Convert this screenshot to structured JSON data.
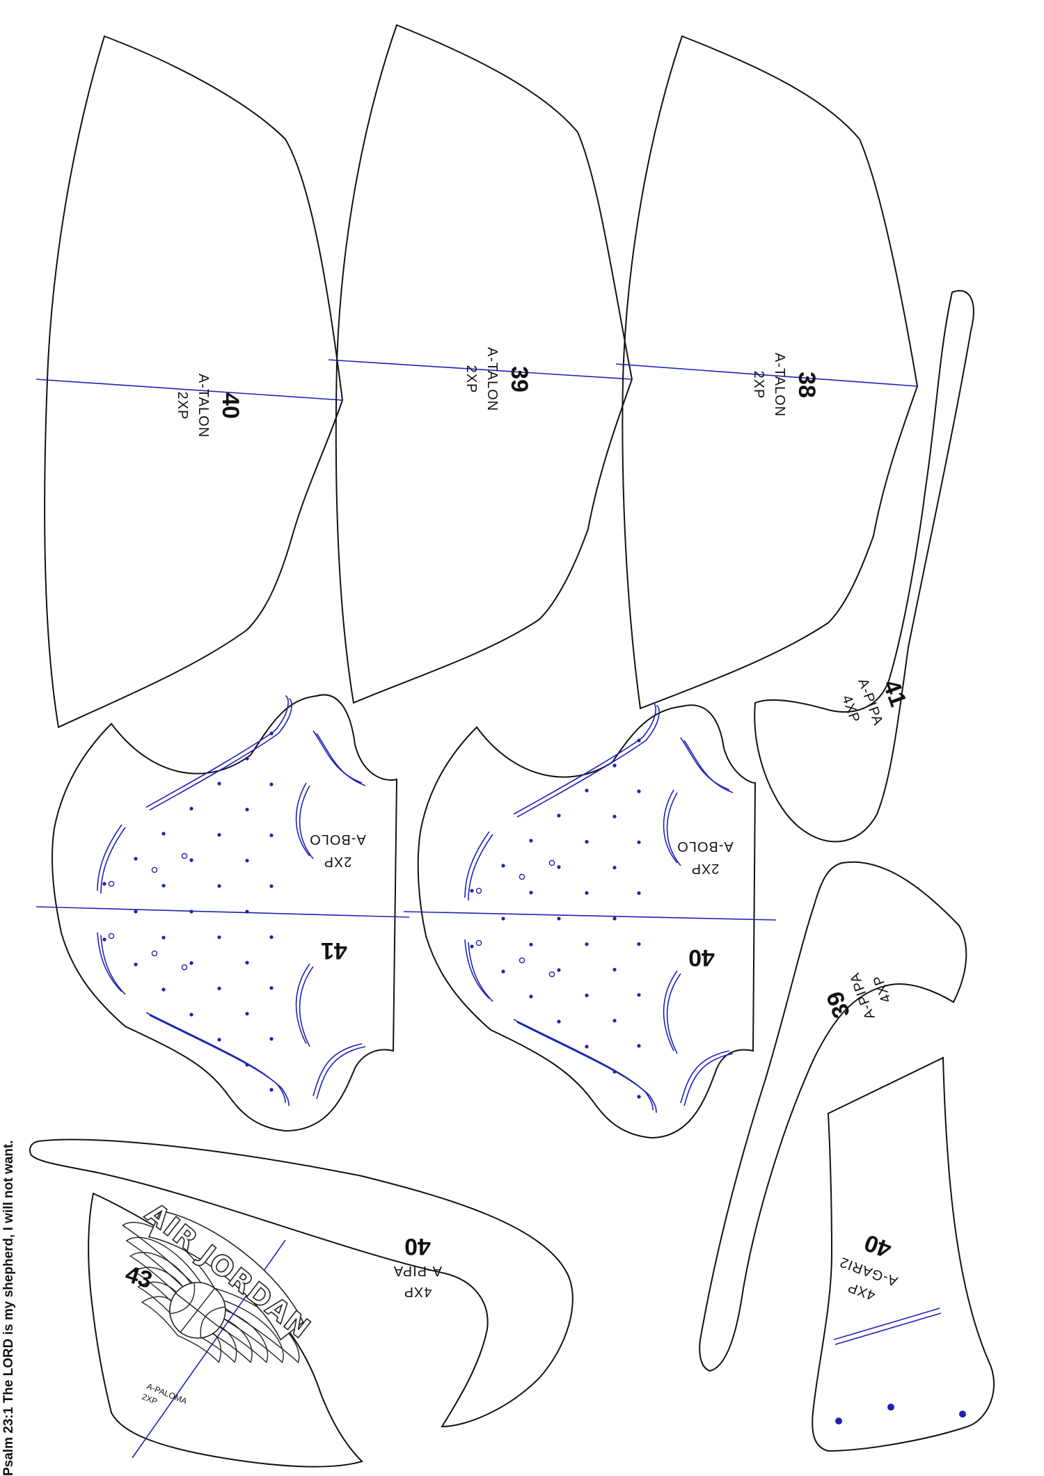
{
  "footer": {
    "verse": "Psalm 23:1 The LORD is my shepherd, I will not want."
  },
  "pieces": {
    "talon_40": {
      "size": "40",
      "code": "A-TALON",
      "qty": "2XP"
    },
    "talon_39": {
      "size": "39",
      "code": "A-TALON",
      "qty": "2XP"
    },
    "talon_38": {
      "size": "38",
      "code": "A-TALON",
      "qty": "2XP"
    },
    "pipa_41": {
      "size": "41",
      "code": "A-PIPA",
      "qty": "4XP"
    },
    "bolo_41": {
      "size": "41",
      "code": "A-BOLO",
      "qty": "2XP"
    },
    "bolo_40": {
      "size": "40",
      "code": "A-BOLO",
      "qty": "2XP"
    },
    "pipa_39": {
      "size": "39",
      "code": "A-PIPA",
      "qty": "4XP"
    },
    "pipa_40": {
      "size": "40",
      "code": "A-PIPA",
      "qty": "4XP"
    },
    "gari_40": {
      "size": "40",
      "code": "A-GARI2",
      "qty": "4XP"
    },
    "paloma_43": {
      "size": "43",
      "code": "A-PALOMA",
      "qty": "2XP",
      "logo_text": "AIR JORDAN"
    }
  },
  "colors": {
    "outline": "#111111",
    "guide": "#1e22b4",
    "background": "#ffffff"
  }
}
